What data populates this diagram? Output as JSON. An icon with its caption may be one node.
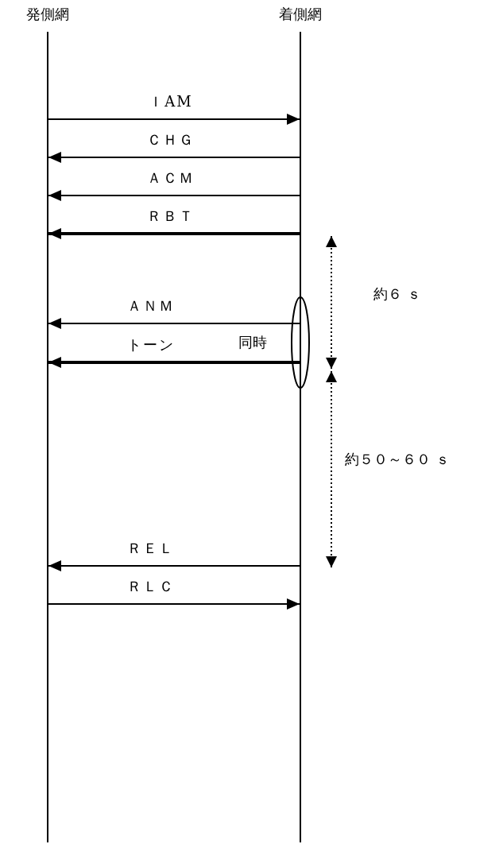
{
  "diagram": {
    "nodes": [
      {
        "text": [
          "発側網"
        ]
      },
      {
        "text": [
          "着側網"
        ]
      },
      {
        "text": [],
        "shape": "ellipse",
        "beside": [
          "同時"
        ]
      }
    ],
    "edges": [
      {
        "from": 0,
        "to": 1,
        "arrow": "to",
        "label": "ＩAM"
      },
      {
        "from": 1,
        "to": 0,
        "arrow": "to",
        "label": "ＣＨＧ"
      },
      {
        "from": 1,
        "to": 0,
        "arrow": "to",
        "label": "ＡＣＭ"
      },
      {
        "from": 1,
        "to": 0,
        "arrow": "to",
        "label": "ＲＢＴ",
        "style": "thick"
      },
      {
        "from": 1,
        "to": 0,
        "arrow": "to",
        "label": "ＡＮＭ"
      },
      {
        "from": 1,
        "to": 0,
        "arrow": "to",
        "label": "トーン",
        "style": "thick"
      },
      {
        "from": 1,
        "to": 0,
        "arrow": "to",
        "label": "ＲＥＬ"
      },
      {
        "from": 0,
        "to": 1,
        "arrow": "to",
        "label": "ＲＬＣ"
      }
    ],
    "labels": [
      "約６ ｓ",
      "約５０～６０ ｓ"
    ]
  }
}
